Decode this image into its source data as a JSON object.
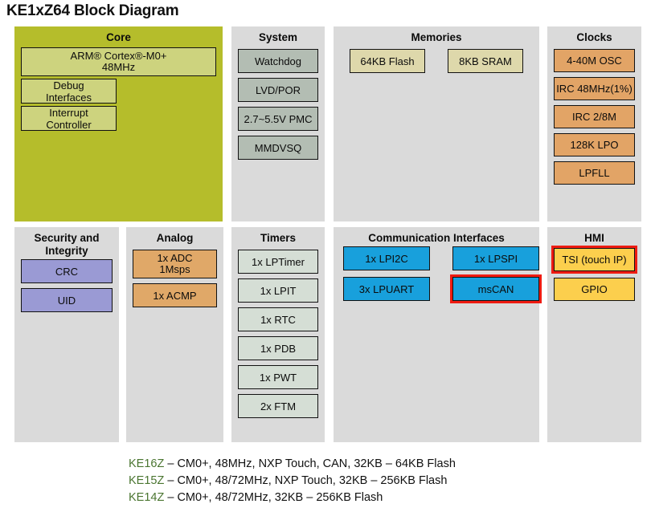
{
  "title": "KE1xZ64 Block Diagram",
  "colors": {
    "core_panel": "#b5bd2b",
    "core_block": "#cdd37e",
    "panel_gray": "#dadada",
    "system_block": "#b3bdb3",
    "memory_block": "#ded8ab",
    "clock_block": "#e2a466",
    "security_block": "#9a9ad4",
    "analog_block": "#e0a868",
    "timer_block": "#d5ded5",
    "comm_block": "#18a0dc",
    "hmi_block": "#fccf4d",
    "highlight_border": "#ee1b11",
    "legend_part": "#4a7530"
  },
  "panels": {
    "core": {
      "title": "Core",
      "cpu": {
        "line1": "ARM® Cortex®-M0+",
        "line2": "48MHz"
      },
      "blocks": [
        {
          "line1": "Debug",
          "line2": "Interfaces"
        },
        {
          "line1": "Interrupt",
          "line2": "Controller"
        }
      ]
    },
    "system": {
      "title": "System",
      "blocks": [
        {
          "label": "Watchdog"
        },
        {
          "label": "LVD/POR"
        },
        {
          "label": "2.7~5.5V PMC"
        },
        {
          "label": "MMDVSQ"
        }
      ]
    },
    "memories": {
      "title": "Memories",
      "blocks": [
        {
          "label": "64KB Flash"
        },
        {
          "label": "8KB SRAM"
        }
      ]
    },
    "clocks": {
      "title": "Clocks",
      "blocks": [
        {
          "label": "4-40M OSC"
        },
        {
          "label": "IRC 48MHz(1%)"
        },
        {
          "label": "IRC 2/8M"
        },
        {
          "label": "128K LPO"
        },
        {
          "label": "LPFLL"
        }
      ]
    },
    "security": {
      "title_line1": "Security and",
      "title_line2": "Integrity",
      "blocks": [
        {
          "label": "CRC"
        },
        {
          "label": "UID"
        }
      ]
    },
    "analog": {
      "title": "Analog",
      "blocks": [
        {
          "line1": "1x ADC",
          "line2": "1Msps"
        },
        {
          "label": "1x ACMP"
        }
      ]
    },
    "timers": {
      "title": "Timers",
      "blocks": [
        {
          "label": "1x LPTimer"
        },
        {
          "label": "1x LPIT"
        },
        {
          "label": "1x RTC"
        },
        {
          "label": "1x PDB"
        },
        {
          "label": "1x PWT"
        },
        {
          "label": "2x FTM"
        }
      ]
    },
    "communication": {
      "title": "Communication Interfaces",
      "blocks": [
        {
          "label": "1x LPI2C",
          "highlight": false
        },
        {
          "label": "1x LPSPI",
          "highlight": false
        },
        {
          "label": "3x LPUART",
          "highlight": false
        },
        {
          "label": "msCAN",
          "highlight": true
        }
      ]
    },
    "hmi": {
      "title": "HMI",
      "blocks": [
        {
          "label": "TSI (touch IP)",
          "highlight": true
        },
        {
          "label": "GPIO",
          "highlight": false
        }
      ]
    }
  },
  "legend": [
    {
      "part": "KE16Z",
      "desc": " – CM0+, 48MHz, NXP Touch, CAN, 32KB – 64KB Flash"
    },
    {
      "part": "KE15Z",
      "desc": " – CM0+, 48/72MHz,  NXP Touch, 32KB – 256KB Flash"
    },
    {
      "part": "KE14Z",
      "desc": " – CM0+, 48/72MHz, 32KB – 256KB Flash"
    }
  ]
}
